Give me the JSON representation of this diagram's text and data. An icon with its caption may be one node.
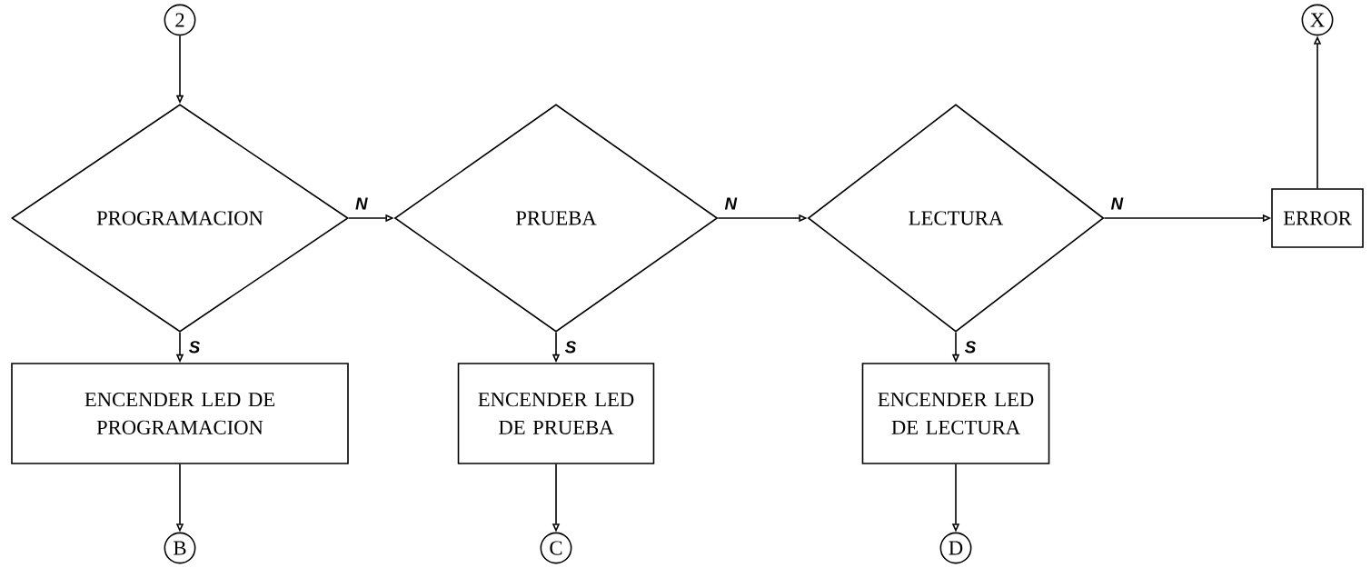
{
  "diagram": {
    "nodes": [
      {
        "text": [
          "2"
        ]
      },
      {
        "text": [
          "PROGRAMACION"
        ]
      },
      {
        "text": [
          "PRUEBA"
        ]
      },
      {
        "text": [
          "LECTURA"
        ]
      },
      {
        "text": [
          "ERROR"
        ]
      },
      {
        "text": [
          "X"
        ]
      },
      {
        "text": [
          "ENCENDER LED DE PROGRAMACION"
        ]
      },
      {
        "text": [
          "ENCENDER LED DE PRUEBA"
        ]
      },
      {
        "text": [
          "ENCENDER LED DE LECTURA"
        ]
      },
      {
        "text": [
          "B"
        ]
      },
      {
        "text": [
          "C"
        ]
      },
      {
        "text": [
          "D"
        ]
      }
    ],
    "edges": [
      {
        "from": 0,
        "to": 1,
        "arrow": "to"
      },
      {
        "from": 1,
        "to": 2,
        "arrow": "to",
        "label": "N"
      },
      {
        "from": 2,
        "to": 3,
        "arrow": "to",
        "label": "N"
      },
      {
        "from": 3,
        "to": 4,
        "arrow": "to",
        "label": "N"
      },
      {
        "from": 4,
        "to": 5,
        "arrow": "to"
      },
      {
        "from": 1,
        "to": 6,
        "arrow": "to",
        "label": "S"
      },
      {
        "from": 2,
        "to": 7,
        "arrow": "to",
        "label": "S"
      },
      {
        "from": 3,
        "to": 8,
        "arrow": "to",
        "label": "S"
      },
      {
        "from": 6,
        "to": 9,
        "arrow": "to"
      },
      {
        "from": 7,
        "to": 10,
        "arrow": "to"
      },
      {
        "from": 8,
        "to": 11,
        "arrow": "to"
      }
    ]
  }
}
